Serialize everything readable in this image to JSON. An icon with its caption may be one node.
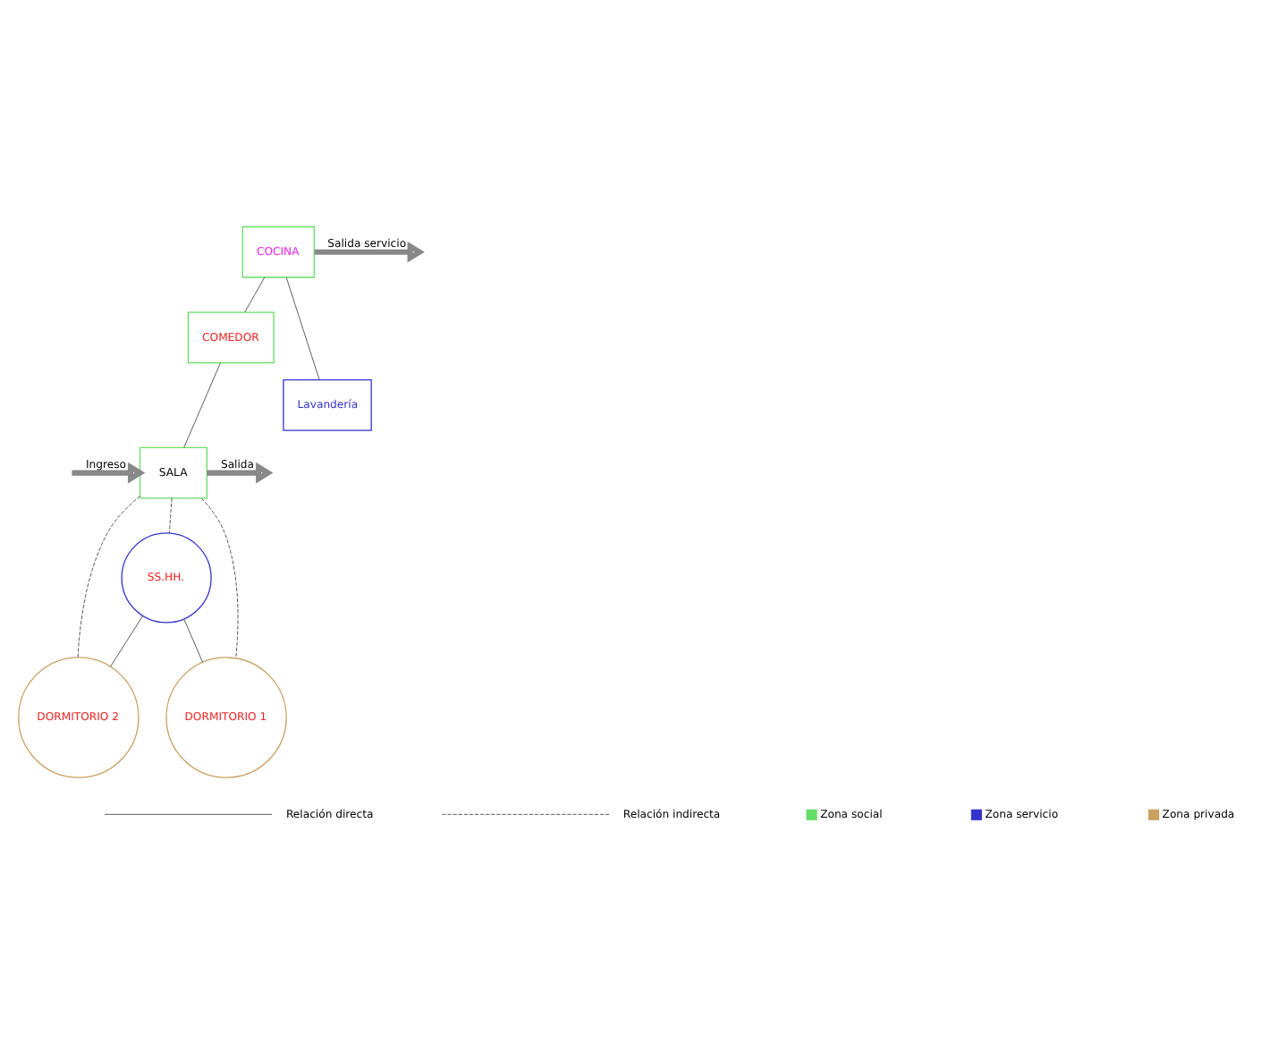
{
  "diagram": {
    "nodes": [
      {
        "text": [
          "SALA"
        ]
      },
      {
        "text": [
          "COMEDOR"
        ]
      },
      {
        "text": [
          "COCINA"
        ]
      },
      {
        "text": [
          "Lavandería"
        ]
      },
      {
        "text": [
          "SS.HH."
        ]
      },
      {
        "text": [
          "DORMITORIO 1"
        ]
      },
      {
        "text": [
          "DORMITORIO 2"
        ]
      }
    ],
    "edges": [
      {
        "from": null,
        "to": 0,
        "arrow": "to",
        "label": "Ingreso",
        "style": "thick"
      },
      {
        "from": 0,
        "to": null,
        "arrow": "to",
        "label": "Salida",
        "style": "thick"
      },
      {
        "from": 2,
        "to": null,
        "arrow": "to",
        "label": "Salida servicio",
        "style": "thick"
      },
      {
        "from": 1,
        "to": 0,
        "arrow": "none"
      },
      {
        "from": 2,
        "to": 1,
        "arrow": "none"
      },
      {
        "from": 2,
        "to": 3,
        "arrow": "none"
      },
      {
        "from": 0,
        "to": 4,
        "arrow": "none",
        "style": "dashed"
      },
      {
        "from": 0,
        "to": 5,
        "arrow": "none",
        "style": "dashed"
      },
      {
        "from": 0,
        "to": 6,
        "arrow": "none",
        "style": "dashed"
      },
      {
        "from": 4,
        "to": 5,
        "arrow": "none"
      },
      {
        "from": 4,
        "to": 6,
        "arrow": "none"
      }
    ],
    "legend": [
      {
        "text": "Relación directa"
      },
      {
        "text": "Relación indirecta"
      },
      {
        "text": "Zona social",
        "color": "#66dd66"
      },
      {
        "text": "Zona servicio",
        "color": "#3333cc"
      },
      {
        "text": "Zona privada",
        "color": "#c8a060"
      }
    ]
  }
}
